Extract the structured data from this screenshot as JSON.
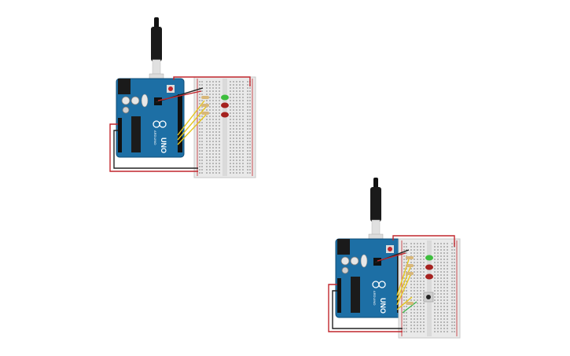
{
  "circuits": [
    {
      "id": "circuit-1",
      "arduino": {
        "model_text": "UNO",
        "brand_text": "ARDUINO"
      },
      "leds": [
        "green",
        "red",
        "red"
      ],
      "has_button": false
    },
    {
      "id": "circuit-2",
      "arduino": {
        "model_text": "UNO",
        "brand_text": "ARDUINO"
      },
      "leds": [
        "green",
        "red",
        "red"
      ],
      "has_button": true
    }
  ],
  "colors": {
    "board": "#1d6fa5",
    "board_dark": "#155987",
    "breadboard": "#e8e8e8",
    "rail_red": "#c1272d",
    "wire_red": "#c1272d",
    "wire_black": "#222222",
    "wire_yellow": "#e5c51c",
    "led_green": "#3dbd3d",
    "led_red": "#a5221f"
  }
}
